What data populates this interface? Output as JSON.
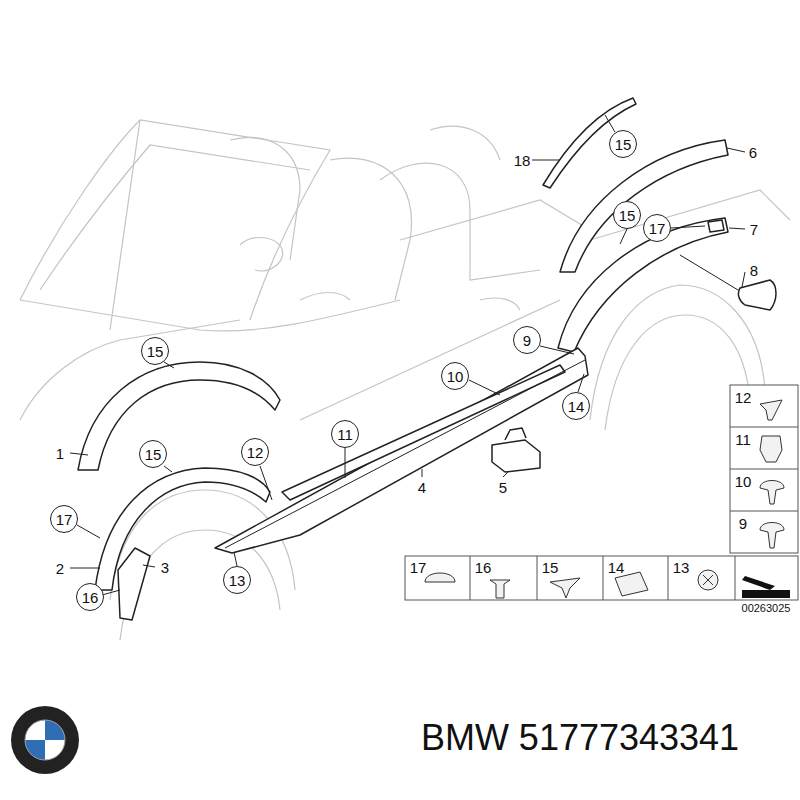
{
  "diagram": {
    "nodes": [
      {
        "text": [
          "15"
        ]
      },
      {
        "text": [
          "17"
        ]
      },
      {
        "text": [
          "15"
        ]
      },
      {
        "text": [
          "9"
        ]
      },
      {
        "text": [
          "15"
        ]
      },
      {
        "text": [
          "10"
        ]
      },
      {
        "text": [
          "14"
        ]
      },
      {
        "text": [
          "11"
        ]
      },
      {
        "text": [
          "12"
        ]
      },
      {
        "text": [
          "15"
        ]
      },
      {
        "text": [
          "17"
        ]
      },
      {
        "text": [
          "13"
        ]
      },
      {
        "text": [
          "16"
        ]
      }
    ],
    "labels": [
      "18",
      "6",
      "7",
      "8",
      "1",
      "4",
      "5",
      "2",
      "3",
      "12",
      "11",
      "10",
      "9",
      "17",
      "16",
      "15",
      "14",
      "13",
      "00263025",
      "BMW 51777343341"
    ]
  }
}
